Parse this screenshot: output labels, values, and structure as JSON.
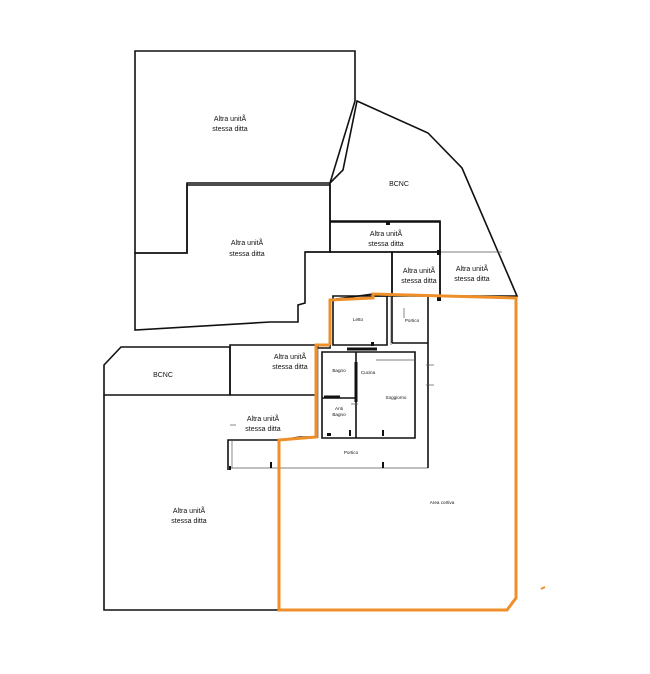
{
  "rooms": [
    {
      "id": "altra-1",
      "lines": [
        "Altra unitÃ",
        "stessa ditta"
      ]
    },
    {
      "id": "bcnc-top",
      "lines": [
        "BCNC"
      ]
    },
    {
      "id": "altra-2",
      "lines": [
        "Altra unitÃ",
        "stessa ditta"
      ]
    },
    {
      "id": "altra-3",
      "lines": [
        "Altra unitÃ",
        "stessa ditta"
      ]
    },
    {
      "id": "altra-4",
      "lines": [
        "Altra unitÃ",
        "stessa ditta"
      ]
    },
    {
      "id": "altra-5",
      "lines": [
        "Altra unitÃ",
        "stessa ditta"
      ]
    },
    {
      "id": "bcnc-left",
      "lines": [
        "BCNC"
      ]
    },
    {
      "id": "altra-6",
      "lines": [
        "Altra unitÃ",
        "stessa ditta"
      ]
    },
    {
      "id": "altra-7",
      "lines": [
        "Altra unitÃ",
        "stessa ditta"
      ]
    },
    {
      "id": "altra-8",
      "lines": [
        "Altra unitÃ",
        "stessa ditta"
      ]
    }
  ],
  "unit_rooms": [
    {
      "id": "letto",
      "lines": [
        "Letto"
      ]
    },
    {
      "id": "portico-top",
      "lines": [
        "Portico"
      ]
    },
    {
      "id": "bagno",
      "lines": [
        "Bagno"
      ]
    },
    {
      "id": "cucina",
      "lines": [
        "Cucina"
      ]
    },
    {
      "id": "soggiorno",
      "lines": [
        "Soggiorno"
      ]
    },
    {
      "id": "anti-bagno",
      "lines": [
        "Anti",
        "Bagno"
      ]
    },
    {
      "id": "portico-bottom",
      "lines": [
        "Portico"
      ]
    },
    {
      "id": "area-cortiva",
      "lines": [
        "Area cortiva"
      ]
    }
  ],
  "colors": {
    "boundary": "#ee8f2a",
    "walls": "#111111"
  }
}
